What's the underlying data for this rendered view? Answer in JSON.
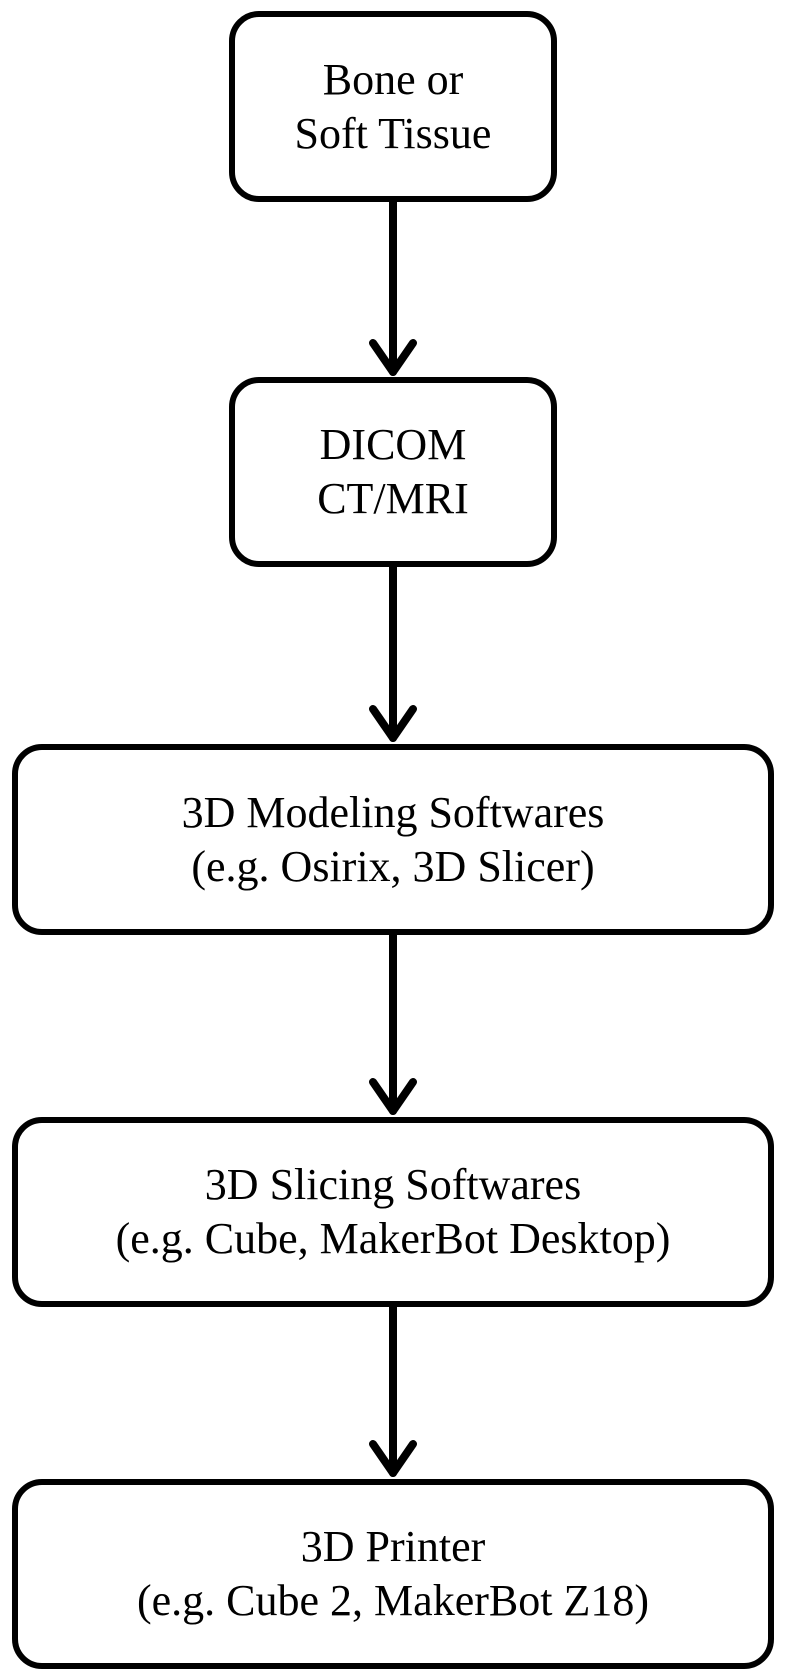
{
  "nodes": [
    {
      "id": "bone-tissue",
      "lines": [
        "Bone or",
        "Soft Tissue"
      ]
    },
    {
      "id": "dicom",
      "lines": [
        "DICOM",
        "CT/MRI"
      ]
    },
    {
      "id": "modeling",
      "lines": [
        "3D Modeling Softwares",
        "(e.g. Osirix, 3D Slicer)"
      ]
    },
    {
      "id": "slicing",
      "lines": [
        "3D Slicing Softwares",
        "(e.g. Cube, MakerBot Desktop)"
      ]
    },
    {
      "id": "printer",
      "lines": [
        "3D Printer",
        "(e.g. Cube 2, MakerBot Z18)"
      ]
    }
  ],
  "edges": [
    {
      "from": "bone-tissue",
      "to": "dicom"
    },
    {
      "from": "dicom",
      "to": "modeling"
    },
    {
      "from": "modeling",
      "to": "slicing"
    },
    {
      "from": "slicing",
      "to": "printer"
    }
  ]
}
